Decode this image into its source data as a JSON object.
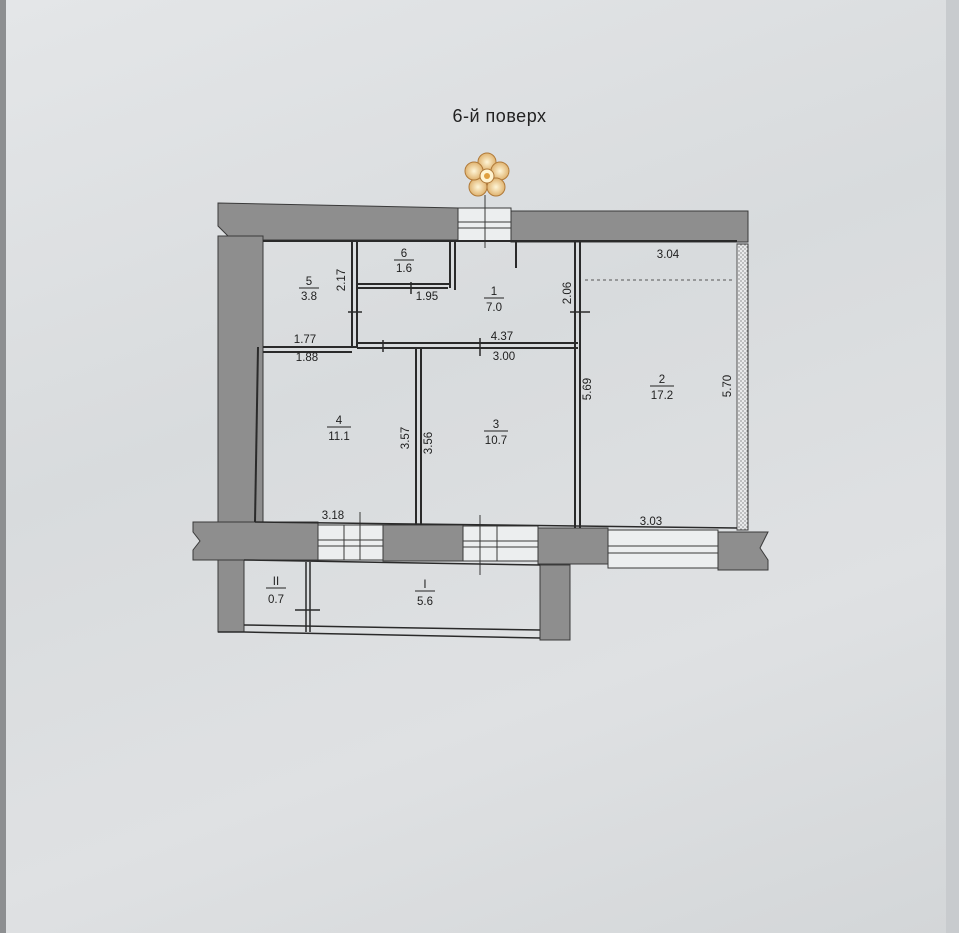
{
  "title": "6-й поверх",
  "emblem": "flower-emblem",
  "rooms": [
    {
      "number": "1",
      "area": "7.0"
    },
    {
      "number": "2",
      "area": "17.2"
    },
    {
      "number": "3",
      "area": "10.7"
    },
    {
      "number": "4",
      "area": "11.1"
    },
    {
      "number": "5",
      "area": "3.8"
    },
    {
      "number": "6",
      "area": "1.6"
    },
    {
      "number": "I",
      "area": "5.6"
    },
    {
      "number": "II",
      "area": "0.7"
    }
  ],
  "dimensions": {
    "room2_top": "3.04",
    "room2_right": "5.70",
    "room2_left": "5.69",
    "room2_bottom": "3.03",
    "room1_right": "2.06",
    "room1_bottom": "4.37",
    "room6_bottom": "1.95",
    "room5_right": "2.17",
    "room5_bottom": "1.77",
    "room4_top": "1.88",
    "room4_right": "3.57",
    "room4_bottom": "3.18",
    "room3_top": "3.00",
    "room3_left": "3.56"
  },
  "colors": {
    "wall": "#8e8e8e",
    "paper": "#dcdfe1",
    "line": "#2a2a2a"
  }
}
